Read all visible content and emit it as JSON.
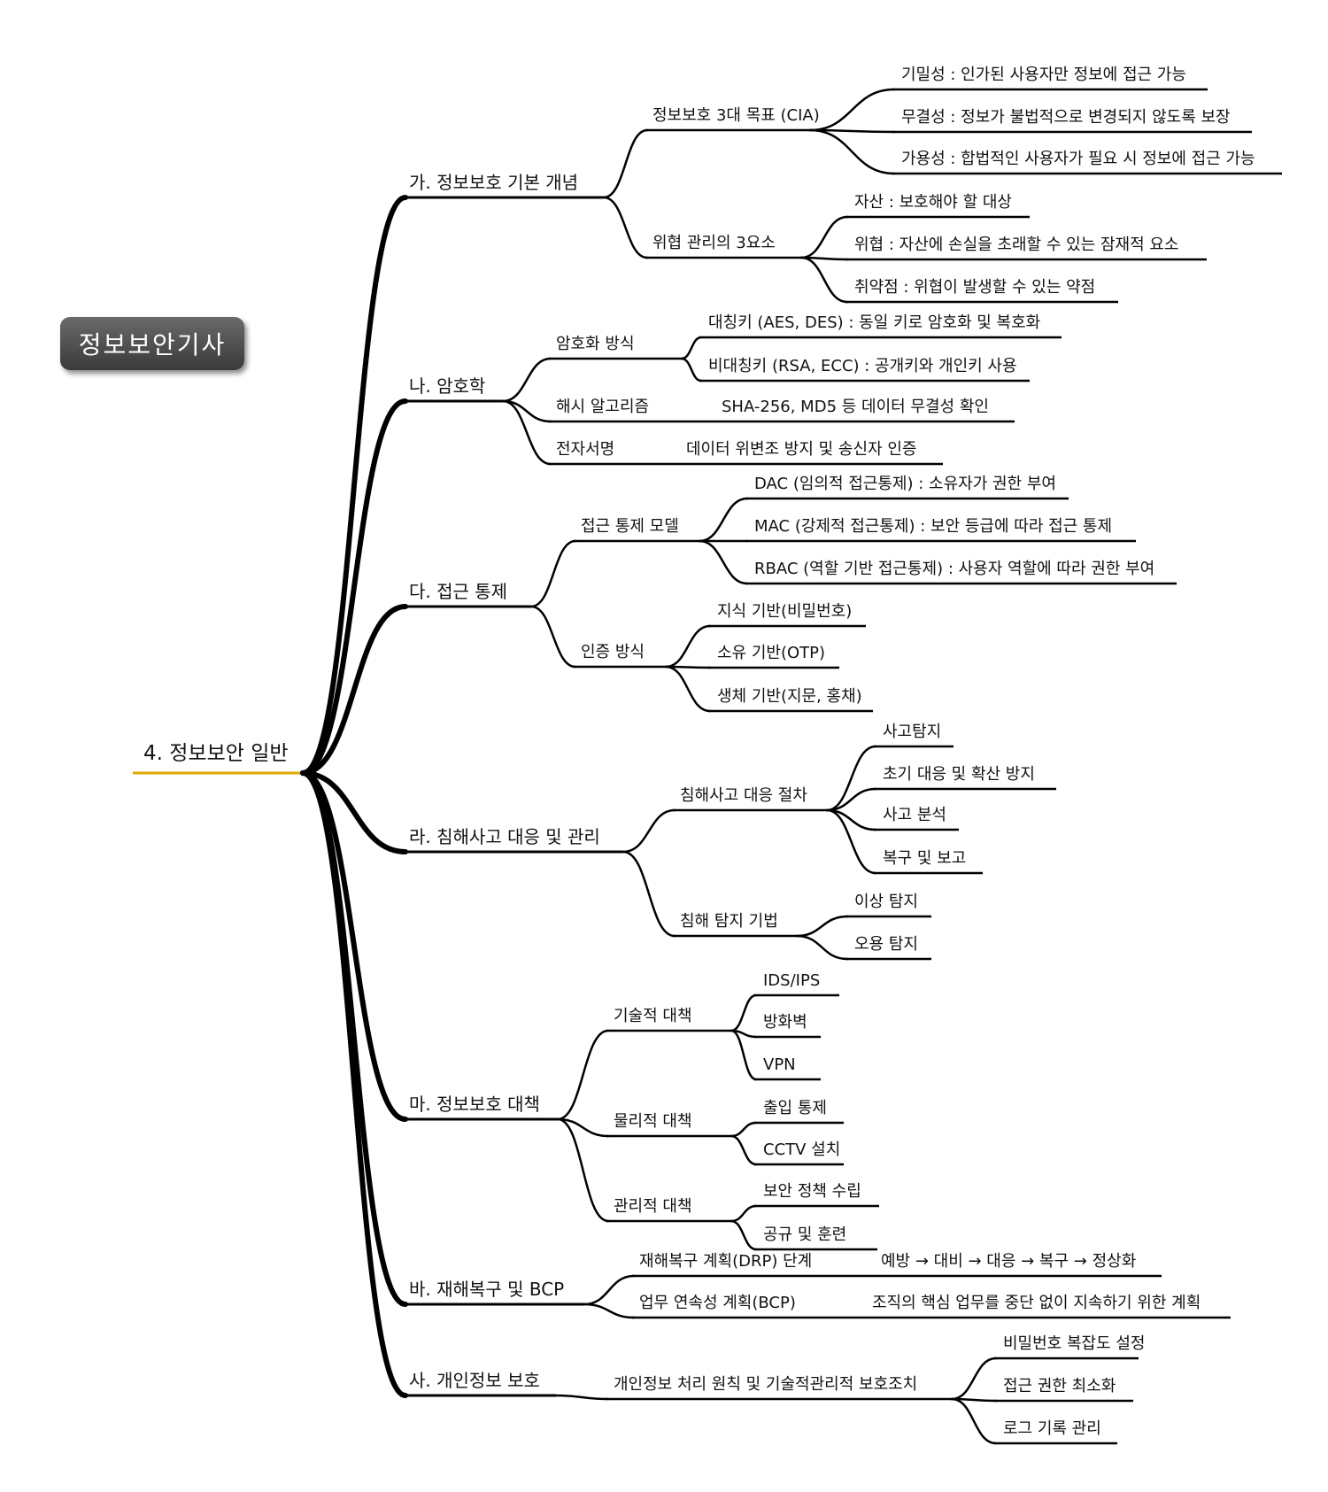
{
  "badge": {
    "label": "정보보안기사"
  },
  "root": {
    "label": "4. 정보보안 일반",
    "accent": "#e0a800"
  },
  "line_color": "#000000",
  "branches": [
    {
      "label": "가. 정보보호 기본 개념",
      "children": [
        {
          "label": "정보보호 3대 목표 (CIA)",
          "children": [
            {
              "label": "기밀성 : 인가된 사용자만 정보에 접근 가능"
            },
            {
              "label": "무결성 : 정보가 불법적으로 변경되지 않도록 보장"
            },
            {
              "label": "가용성 : 합법적인 사용자가 필요 시 정보에 접근 가능"
            }
          ]
        },
        {
          "label": "위협 관리의 3요소",
          "children": [
            {
              "label": "자산 : 보호해야 할 대상"
            },
            {
              "label": "위협 : 자산에 손실을 초래할 수 있는 잠재적 요소"
            },
            {
              "label": "취약점 : 위협이 발생할 수 있는 약점"
            }
          ]
        }
      ]
    },
    {
      "label": "나. 암호학",
      "children": [
        {
          "label": "암호화 방식",
          "children": [
            {
              "label": "대칭키 (AES, DES) : 동일 키로 암호화 및 복호화"
            },
            {
              "label": "비대칭키 (RSA, ECC) : 공개키와 개인키 사용"
            }
          ]
        },
        {
          "label": "해시 알고리즘",
          "inline": "SHA-256, MD5 등 데이터 무결성 확인"
        },
        {
          "label": "전자서명",
          "inline": "데이터 위변조 방지 및 송신자 인증"
        }
      ]
    },
    {
      "label": "다. 접근 통제",
      "children": [
        {
          "label": "접근 통제 모델",
          "children": [
            {
              "label": "DAC (임의적 접근통제) : 소유자가 권한 부여"
            },
            {
              "label": "MAC (강제적 접근통제) : 보안 등급에 따라 접근 통제"
            },
            {
              "label": "RBAC (역할 기반 접근통제) : 사용자 역할에 따라 권한 부여"
            }
          ]
        },
        {
          "label": "인증 방식",
          "children": [
            {
              "label": "지식 기반(비밀번호)"
            },
            {
              "label": "소유 기반(OTP)"
            },
            {
              "label": "생체 기반(지문, 홍채)"
            }
          ]
        }
      ]
    },
    {
      "label": "라. 침해사고 대응 및 관리",
      "children": [
        {
          "label": "침해사고 대응 절차",
          "children": [
            {
              "label": "사고탐지"
            },
            {
              "label": "초기 대응 및 확산 방지"
            },
            {
              "label": "사고 분석"
            },
            {
              "label": "복구 및 보고"
            }
          ]
        },
        {
          "label": "침해 탐지 기법",
          "children": [
            {
              "label": "이상 탐지"
            },
            {
              "label": "오용 탐지"
            }
          ]
        }
      ]
    },
    {
      "label": "마. 정보보호 대책",
      "children": [
        {
          "label": "기술적 대책",
          "children": [
            {
              "label": "IDS/IPS"
            },
            {
              "label": "방화벽"
            },
            {
              "label": "VPN"
            }
          ]
        },
        {
          "label": "물리적 대책",
          "children": [
            {
              "label": "출입 통제"
            },
            {
              "label": "CCTV 설치"
            }
          ]
        },
        {
          "label": "관리적 대책",
          "children": [
            {
              "label": "보안 정책 수립"
            },
            {
              "label": "공규 및 훈련"
            }
          ]
        }
      ]
    },
    {
      "label": "바. 재해복구 및 BCP",
      "children": [
        {
          "label": "재해복구 계획(DRP) 단계",
          "inline": "예방 → 대비 → 대응 → 복구 → 정상화"
        },
        {
          "label": "업무 연속성 계획(BCP)",
          "inline": "조직의 핵심 업무를 중단 없이 지속하기 위한 계획"
        }
      ]
    },
    {
      "label": "사. 개인정보 보호",
      "children": [
        {
          "label": "개인정보 처리 원칙 및 기술적관리적 보호조치",
          "children": [
            {
              "label": "비밀번호 복잡도 설정"
            },
            {
              "label": "접근 권한 최소화"
            },
            {
              "label": "로그 기록 관리"
            }
          ]
        }
      ]
    }
  ]
}
